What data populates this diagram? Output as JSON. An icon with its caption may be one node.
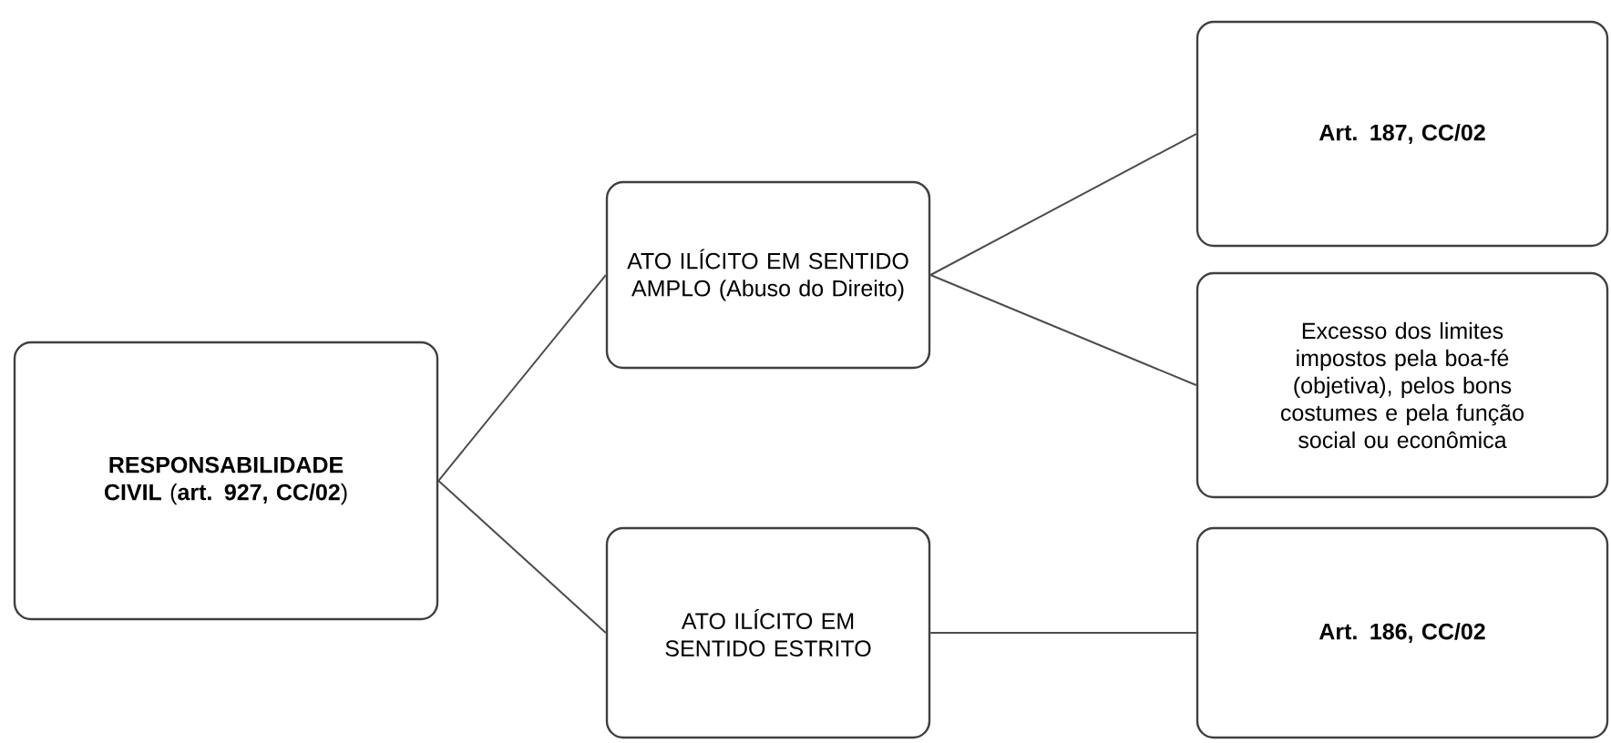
{
  "diagram": {
    "nodes": [
      {
        "text": [
          "**RESPONSABILIDADE CIVIL** (**art. 927, CC/02**)"
        ]
      },
      {
        "text": [
          "ATO ILÍCITO EM SENTIDO AMPLO",
          "(Abuso do Direito)"
        ]
      },
      {
        "text": [
          "Art. 187, CC/02"
        ]
      },
      {
        "text": [
          "Excesso dos limites impostos pela boa-fé (objetiva), pelos bons costumes e pela função social ou econômica"
        ]
      },
      {
        "text": [
          "ATO ILÍCITO EM SENTIDO ESTRITO"
        ]
      },
      {
        "text": [
          "Art. 186, CC/02"
        ]
      }
    ],
    "edges": [
      {
        "from": 0,
        "to": 1,
        "arrow": "none"
      },
      {
        "from": 0,
        "to": 4,
        "arrow": "none"
      },
      {
        "from": 1,
        "to": 2,
        "arrow": "none"
      },
      {
        "from": 1,
        "to": 3,
        "arrow": "none"
      },
      {
        "from": 4,
        "to": 5,
        "arrow": "none"
      }
    ]
  }
}
